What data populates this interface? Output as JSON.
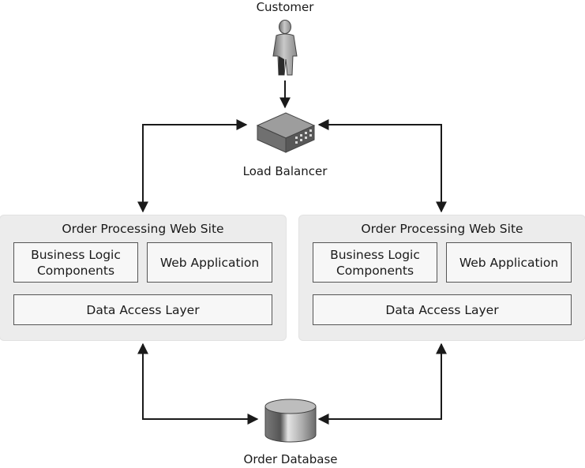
{
  "customer": {
    "label": "Customer"
  },
  "load_balancer": {
    "label": "Load Balancer"
  },
  "database": {
    "label": "Order Database"
  },
  "sites": [
    {
      "title": "Order Processing Web Site",
      "business_logic": "Business Logic Components",
      "web_application": "Web Application",
      "data_access": "Data Access Layer"
    },
    {
      "title": "Order Processing Web Site",
      "business_logic": "Business Logic Components",
      "web_application": "Web Application",
      "data_access": "Data Access Layer"
    }
  ],
  "colors": {
    "arrow": "#1a1a1a",
    "site_fill": "#ececec",
    "box_fill": "#f7f7f7",
    "box_border": "#555555"
  }
}
